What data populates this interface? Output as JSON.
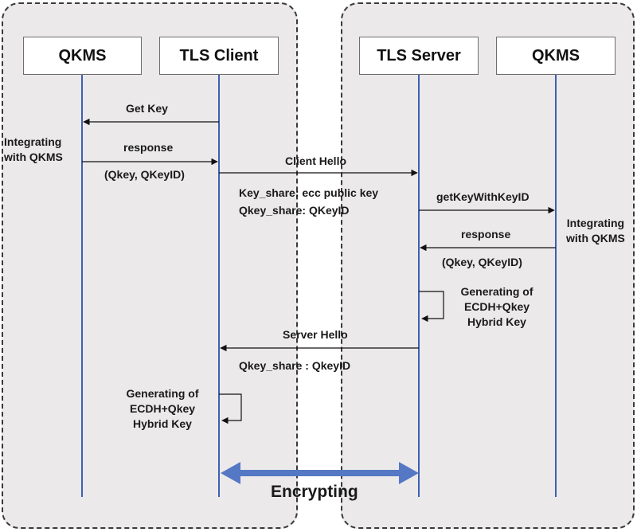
{
  "actors": {
    "qkms_left": "QKMS",
    "tls_client": "TLS Client",
    "tls_server": "TLS Server",
    "qkms_right": "QKMS"
  },
  "messages": {
    "get_key": "Get Key",
    "response_left": "response",
    "qkey_left": "(Qkey, QKeyID)",
    "integrating_left": [
      "Integrating",
      "with QKMS"
    ],
    "client_hello": "Client Hello",
    "key_share": "Key_share: ecc public key",
    "qkey_share": "Qkey_share: QKeyID",
    "get_key_with_id": "getKeyWithKeyID",
    "integrating_right": [
      "Integrating",
      "with QKMS"
    ],
    "response_right": "response",
    "qkey_right": "(Qkey, QKeyID)",
    "generating_server": [
      "Generating of",
      "ECDH+Qkey",
      "Hybrid Key"
    ],
    "server_hello": "Server Hello",
    "qkey_share_server": "Qkey_share : QkeyID",
    "generating_client": [
      "Generating of",
      "ECDH+Qkey",
      "Hybrid Key"
    ],
    "encrypting": "Encrypting"
  },
  "colors": {
    "lifeline": "#3f5fb2",
    "arrow": "#5578c4",
    "panel": "#ebe9ea"
  }
}
